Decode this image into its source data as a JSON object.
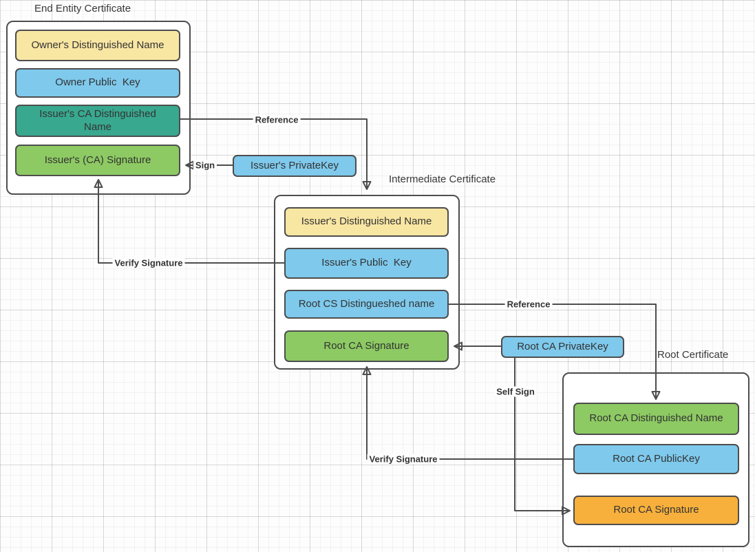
{
  "palette": {
    "line": "#4D4D4D",
    "box_border": "#4D4D4D",
    "text": "#333333",
    "yellow": "#F8E6A3",
    "blue": "#7EC9EC",
    "teal": "#38A88F",
    "green": "#8DCA63",
    "orange": "#F7B03C"
  },
  "end_entity": {
    "title": "End Entity Certificate",
    "fields": [
      {
        "label": "Owner's Distinguished Name",
        "color": "#F8E6A3"
      },
      {
        "label": "Owner Public  Key",
        "color": "#7EC9EC"
      },
      {
        "label": "Issuer's CA Distinguished Name",
        "color": "#38A88F"
      },
      {
        "label": "Issuer's (CA) Signature",
        "color": "#8DCA63"
      }
    ]
  },
  "intermediate": {
    "title": "Intermediate Certificate",
    "fields": [
      {
        "label": "Issuer's Distinguished Name",
        "color": "#F8E6A3"
      },
      {
        "label": "Issuer's Public  Key",
        "color": "#7EC9EC"
      },
      {
        "label": "Root CS Distingueshed name",
        "color": "#7EC9EC"
      },
      {
        "label": "Root CA Signature",
        "color": "#8DCA63"
      }
    ]
  },
  "root": {
    "title": "Root Certificate",
    "fields": [
      {
        "label": "Root CA Distinguished Name",
        "color": "#8DCA63"
      },
      {
        "label": "Root CA PublicKey",
        "color": "#7EC9EC"
      },
      {
        "label": "Root CA Signature",
        "color": "#F7B03C"
      }
    ]
  },
  "keys": {
    "issuer_private_key": {
      "label": "Issuer's PrivateKey",
      "color": "#7EC9EC"
    },
    "root_private_key": {
      "label": "Root CA PrivateKey",
      "color": "#7EC9EC"
    }
  },
  "edges": {
    "reference_end_to_intermediate": {
      "label": "Reference"
    },
    "sign": {
      "label": "Sign"
    },
    "verify_signature_end": {
      "label": "Verify Signature"
    },
    "reference_intermediate_to_root": {
      "label": "Reference"
    },
    "self_sign": {
      "label": "Self Sign"
    },
    "verify_signature_root": {
      "label": "Verify Signature"
    }
  }
}
